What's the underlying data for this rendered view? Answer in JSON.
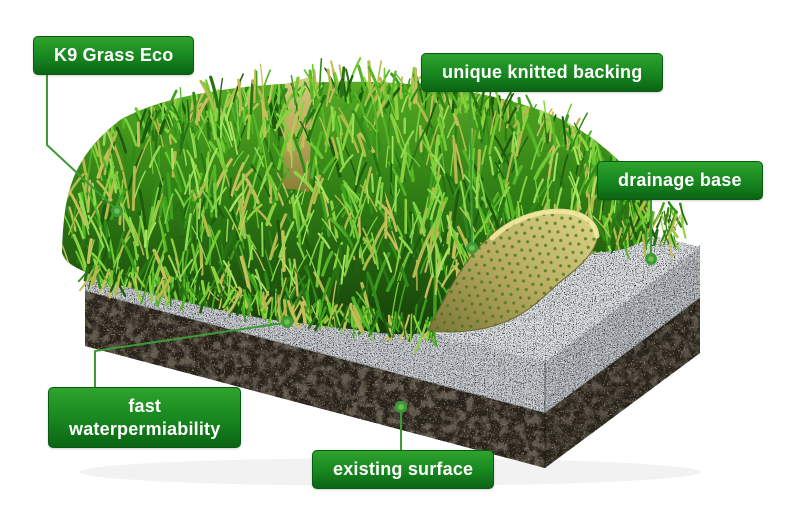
{
  "page": {
    "background": "#ffffff"
  },
  "callouts": [
    {
      "id": "k9-grass-eco",
      "label": "K9 Grass Eco"
    },
    {
      "id": "unique-knitted-backing",
      "label": "unique knitted backing"
    },
    {
      "id": "drainage-base",
      "label": "drainage base"
    },
    {
      "id": "fast-waterpermiability",
      "lines": [
        "fast",
        "waterpermiability"
      ]
    },
    {
      "id": "existing-surface",
      "label": "existing surface"
    }
  ],
  "colors": {
    "callout_gradient_top": "#2ea32c",
    "callout_gradient_bottom": "#0b6414",
    "connector_green": "#3e9a36",
    "grass_green": "#2f8a17",
    "backing_tan": "#b3a75d",
    "gravel_gray": "#c3c7ca",
    "soil_brown_gray": "#5a544a"
  }
}
